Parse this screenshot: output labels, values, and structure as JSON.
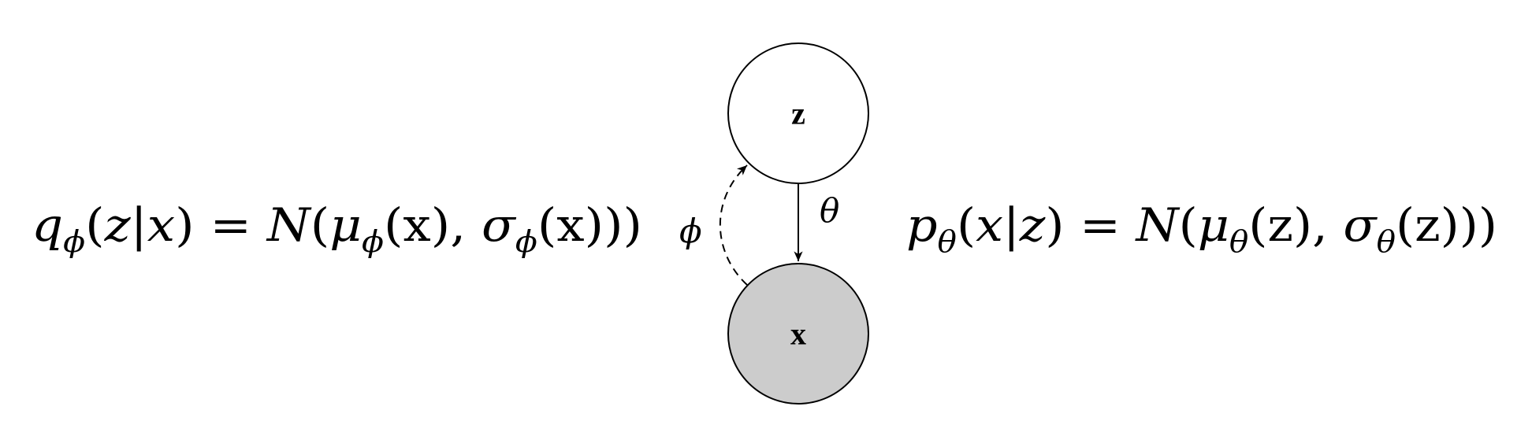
{
  "nodes": {
    "latent": {
      "label": "z",
      "fill": "#ffffff"
    },
    "observed": {
      "label": "x",
      "fill": "#cccccc"
    }
  },
  "edges": {
    "generative": {
      "label": "θ",
      "style": "solid"
    },
    "inference": {
      "label": "ϕ",
      "style": "dashed"
    }
  },
  "equations": {
    "encoder": {
      "text": "qϕ(z|x) = N(μϕ(x), σϕ(x))",
      "q": "q",
      "q_sub": "ϕ",
      "arg_open": "(",
      "arg_z": "z",
      "bar": "|",
      "arg_x": "x",
      "arg_close": ")",
      "eq": " = ",
      "normal": "N",
      "open": "(",
      "mu": "μ",
      "mu_sub": "ϕ",
      "mu_arg": "(x)",
      "comma": ", ",
      "sigma": "σ",
      "sigma_sub": "ϕ",
      "sigma_arg": "(x)",
      "close": "))"
    },
    "decoder": {
      "text": "pθ(x|z) = N(μθ(z), σθ(z))",
      "p": "p",
      "p_sub": "θ",
      "arg_open": "(",
      "arg_x": "x",
      "bar": "|",
      "arg_z": "z",
      "arg_close": ")",
      "eq": " = ",
      "normal": "N",
      "open": "(",
      "mu": "μ",
      "mu_sub": "θ",
      "mu_arg": "(z)",
      "comma": ", ",
      "sigma": "σ",
      "sigma_sub": "θ",
      "sigma_arg": "(z)",
      "close": "))"
    }
  }
}
